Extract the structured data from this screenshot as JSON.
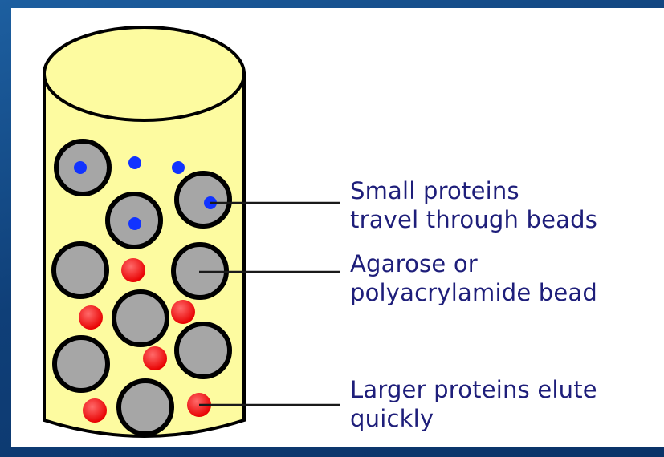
{
  "colors": {
    "background": "#1a5596",
    "column_fill": "#fdfba0",
    "outline": "#000000",
    "bead_fill": "#a6a6a6",
    "small_protein": "#1133ff",
    "large_protein": "#ff2020",
    "label_text": "#1e1e7a"
  },
  "labels": {
    "small": "Small proteins\ntravel through beads",
    "bead": "Agarose or\npolyacrylamide bead",
    "large": "Larger proteins elute\nquickly"
  }
}
